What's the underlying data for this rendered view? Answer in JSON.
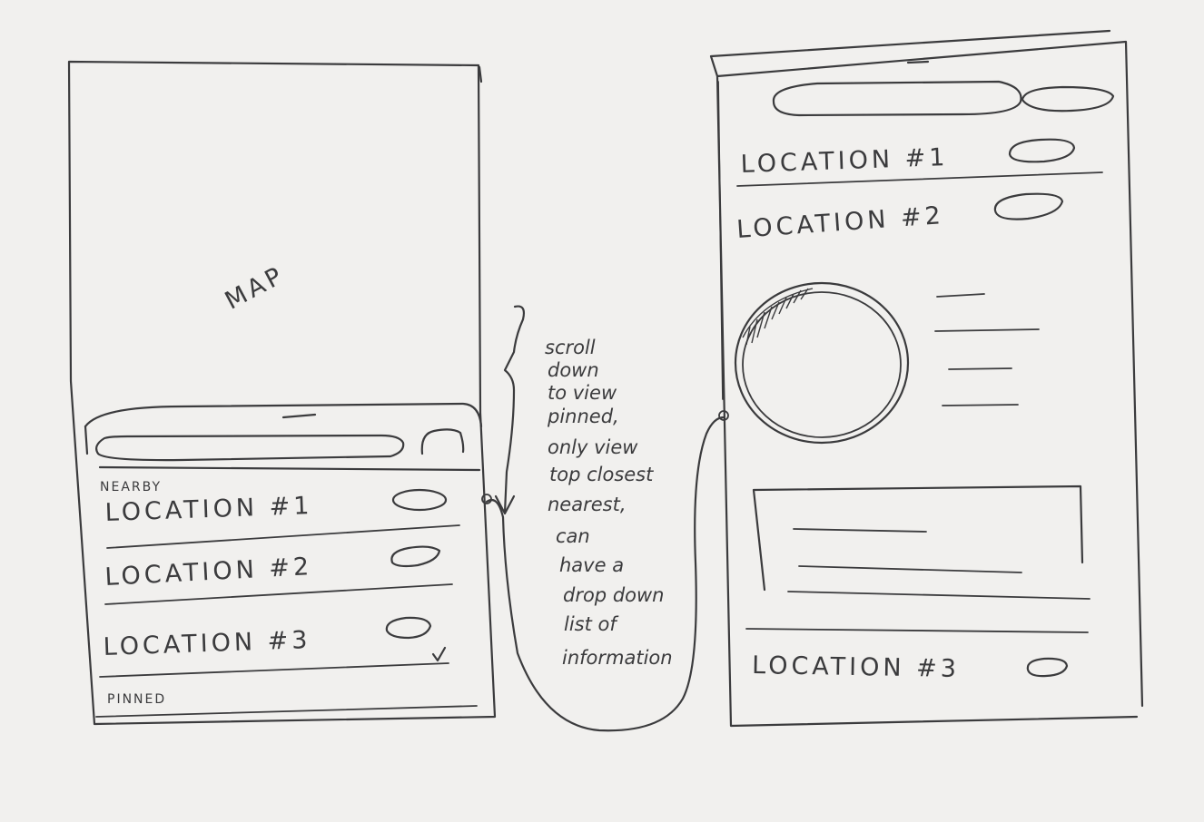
{
  "left_screen": {
    "map_label": "MAP",
    "section_nearby": "NEARBY",
    "section_pinned": "PINNED",
    "items": [
      {
        "label": "LOCATION #1"
      },
      {
        "label": "LOCATION #2"
      },
      {
        "label": "LOCATION #3"
      }
    ]
  },
  "annotation": {
    "lines": [
      "scroll",
      "down",
      "to view",
      "pinned,",
      "only view",
      "top closest",
      "nearest,",
      "can",
      "have a",
      "drop down",
      "list of",
      "information"
    ]
  },
  "right_screen": {
    "items": [
      {
        "label": "LOCATION #1"
      },
      {
        "label": "LOCATION #2"
      },
      {
        "label": "LOCATION #3"
      }
    ]
  }
}
